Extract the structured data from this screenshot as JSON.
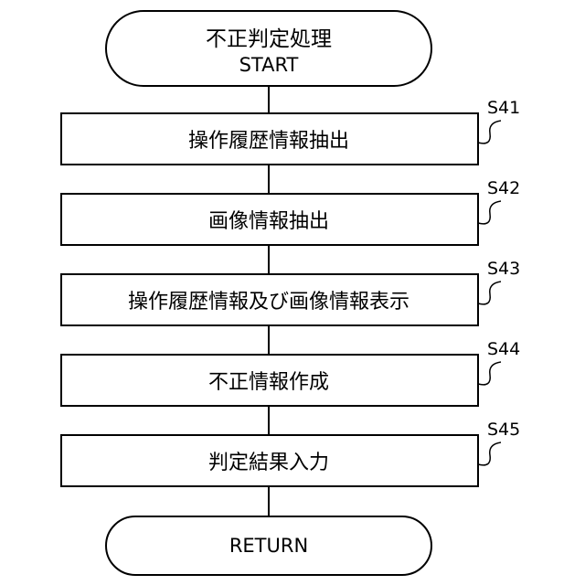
{
  "diagram": {
    "type": "flowchart",
    "start": {
      "title": "不正判定処理",
      "subtitle": "START"
    },
    "steps": [
      {
        "id": "S41",
        "label": "操作履歴情報抽出"
      },
      {
        "id": "S42",
        "label": "画像情報抽出"
      },
      {
        "id": "S43",
        "label": "操作履歴情報及び画像情報表示"
      },
      {
        "id": "S44",
        "label": "不正情報作成"
      },
      {
        "id": "S45",
        "label": "判定結果入力"
      }
    ],
    "end": {
      "label": "RETURN"
    }
  }
}
